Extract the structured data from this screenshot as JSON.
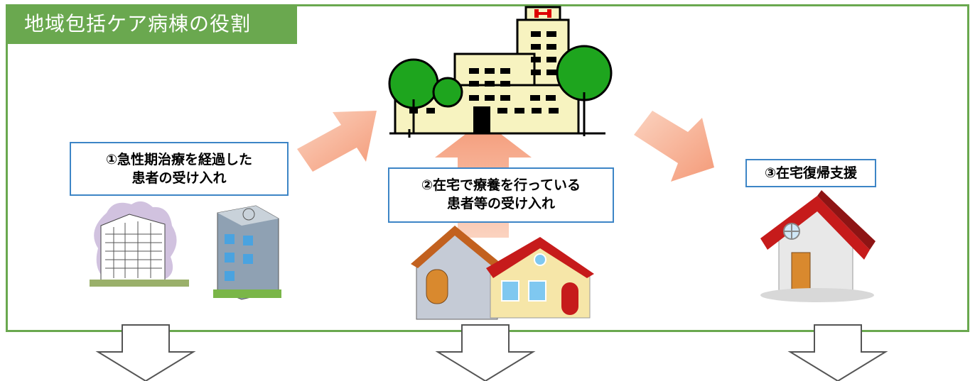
{
  "title": "地域包括ケア病棟の役割",
  "roles": [
    {
      "lines": [
        "①急性期治療を経過した",
        "患者の受け入れ"
      ]
    },
    {
      "lines": [
        "②在宅で療養を行っている",
        "患者等の受け入れ"
      ]
    },
    {
      "lines": [
        "③在宅復帰支援"
      ]
    }
  ],
  "colors": {
    "frame": "#6aa84f",
    "label_border": "#3d85c6",
    "arrow_fill": "#f4a582",
    "tree": "#1ea51e",
    "building": "#f7f3c0"
  }
}
